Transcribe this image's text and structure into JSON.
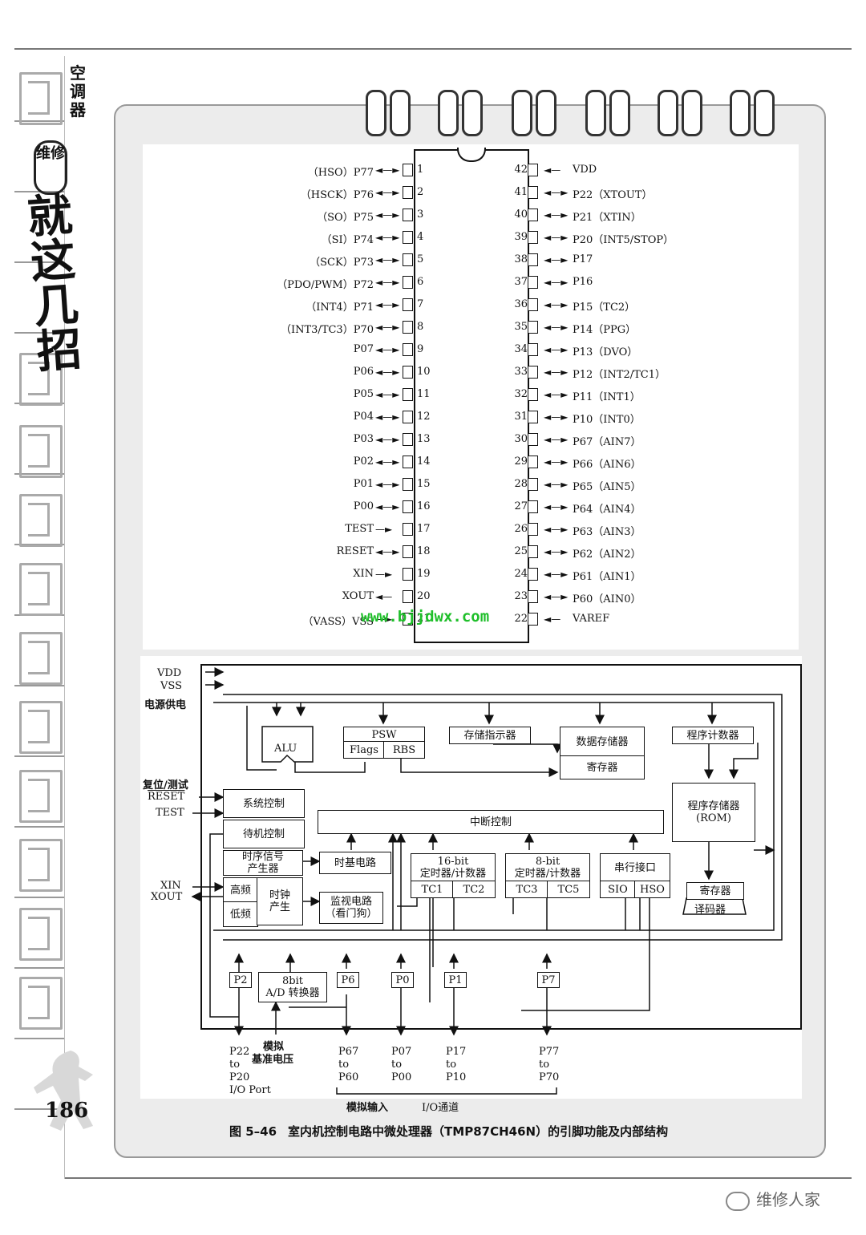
{
  "book": {
    "title": "空调器",
    "badge": "维修",
    "slogan": "就这几招",
    "page_number": "186"
  },
  "watermark": "www.bjjdwx.com",
  "caption": {
    "figure_no": "图 5–46",
    "text": "室内机控制电路中微处理器（TMP87CH46N）的引脚功能及内部结构"
  },
  "brand": "维修人家",
  "pins_left": [
    {
      "num": "1",
      "label": "（HSO）P77",
      "dir": "bi"
    },
    {
      "num": "2",
      "label": "（HSCK）P76",
      "dir": "bi"
    },
    {
      "num": "3",
      "label": "（SO）P75",
      "dir": "bi"
    },
    {
      "num": "4",
      "label": "（SI）P74",
      "dir": "bi"
    },
    {
      "num": "5",
      "label": "（SCK）P73",
      "dir": "bi"
    },
    {
      "num": "6",
      "label": "（PDO/PWM）P72",
      "dir": "bi"
    },
    {
      "num": "7",
      "label": "（INT4）P71",
      "dir": "bi"
    },
    {
      "num": "8",
      "label": "（INT3/TC3）P70",
      "dir": "bi"
    },
    {
      "num": "9",
      "label": "P07",
      "dir": "bi"
    },
    {
      "num": "10",
      "label": "P06",
      "dir": "bi"
    },
    {
      "num": "11",
      "label": "P05",
      "dir": "bi"
    },
    {
      "num": "12",
      "label": "P04",
      "dir": "bi"
    },
    {
      "num": "13",
      "label": "P03",
      "dir": "bi"
    },
    {
      "num": "14",
      "label": "P02",
      "dir": "bi"
    },
    {
      "num": "15",
      "label": "P01",
      "dir": "bi"
    },
    {
      "num": "16",
      "label": "P00",
      "dir": "bi"
    },
    {
      "num": "17",
      "label": "TEST",
      "dir": "in"
    },
    {
      "num": "18",
      "label": "RESET",
      "dir": "bi"
    },
    {
      "num": "19",
      "label": "XIN",
      "dir": "in"
    },
    {
      "num": "20",
      "label": "XOUT",
      "dir": "out"
    },
    {
      "num": "21",
      "label": "（VASS）VSS",
      "dir": "in"
    }
  ],
  "pins_right": [
    {
      "num": "42",
      "label": "VDD",
      "dir": "in"
    },
    {
      "num": "41",
      "label": "P22（XTOUT）",
      "dir": "bi"
    },
    {
      "num": "40",
      "label": "P21（XTIN）",
      "dir": "bi"
    },
    {
      "num": "39",
      "label": "P20（INT5/STOP）",
      "dir": "bi"
    },
    {
      "num": "38",
      "label": "P17",
      "dir": "bi"
    },
    {
      "num": "37",
      "label": "P16",
      "dir": "bi"
    },
    {
      "num": "36",
      "label": "P15（TC2）",
      "dir": "bi"
    },
    {
      "num": "35",
      "label": "P14（PPG）",
      "dir": "bi"
    },
    {
      "num": "34",
      "label": "P13（DVO）",
      "dir": "bi"
    },
    {
      "num": "33",
      "label": "P12（INT2/TC1）",
      "dir": "bi"
    },
    {
      "num": "32",
      "label": "P11（INT1）",
      "dir": "bi"
    },
    {
      "num": "31",
      "label": "P10（INT0）",
      "dir": "bi"
    },
    {
      "num": "30",
      "label": "P67（AIN7）",
      "dir": "bi"
    },
    {
      "num": "29",
      "label": "P66（AIN6）",
      "dir": "bi"
    },
    {
      "num": "28",
      "label": "P65（AIN5）",
      "dir": "bi"
    },
    {
      "num": "27",
      "label": "P64（AIN4）",
      "dir": "bi"
    },
    {
      "num": "26",
      "label": "P63（AIN3）",
      "dir": "bi"
    },
    {
      "num": "25",
      "label": "P62（AIN2）",
      "dir": "bi"
    },
    {
      "num": "24",
      "label": "P61（AIN1）",
      "dir": "bi"
    },
    {
      "num": "23",
      "label": "P60（AIN0）",
      "dir": "bi"
    },
    {
      "num": "22",
      "label": "VAREF",
      "dir": "in"
    }
  ],
  "block": {
    "vdd": "VDD",
    "vss": "VSS",
    "power": "电源供电",
    "reset_test": "复位/测试",
    "reset": "RESET",
    "test": "TEST",
    "xin": "XIN",
    "xout": "XOUT",
    "alu": "ALU",
    "psw": "PSW",
    "flags": "Flags",
    "rbs": "RBS",
    "mem_pointer": "存储指示器",
    "data_mem": "数据存储器",
    "register": "寄存器",
    "prog_counter": "程序计数器",
    "prog_mem": "程序存储器",
    "rom": "(ROM)",
    "sys_ctrl": "系统控制",
    "standby_ctrl": "待机控制",
    "interrupt_ctrl": "中断控制",
    "timing_gen": "时序信号产生器",
    "time_base": "时基电路",
    "high_freq": "高频",
    "low_freq": "低频",
    "clock_gen": "时钟产生",
    "watchdog": "监视电路",
    "watchdog_sub": "（看门狗）",
    "timer16": "16-bit",
    "timer16_sub": "定时器/计数器",
    "tc1": "TC1",
    "tc2": "TC2",
    "timer8": "8-bit",
    "timer8_sub": "定时器/计数器",
    "tc3": "TC3",
    "tc5": "TC5",
    "serial": "串行接口",
    "sio": "SIO",
    "hso": "HSO",
    "reg2": "寄存器",
    "decoder": "译码器",
    "p2": "P2",
    "adc": "8bit",
    "adc_sub": "A/D 转换器",
    "p6": "P6",
    "p0": "P0",
    "p1": "P1",
    "p7": "P7",
    "ref_label1": "模拟",
    "ref_label2": "基准电压",
    "out_p2_1": "P22",
    "out_p2_2": "to",
    "out_p2_3": "P20",
    "out_p2_4": "I/O Port",
    "out_p6_1": "P67",
    "out_p6_2": "to",
    "out_p6_3": "P60",
    "out_p0_1": "P07",
    "out_p0_2": "to",
    "out_p0_3": "P00",
    "out_p1_1": "P17",
    "out_p1_2": "to",
    "out_p1_3": "P10",
    "out_p7_1": "P77",
    "out_p7_2": "to",
    "out_p7_3": "P70",
    "analog_in": "模拟输入",
    "io_channel": "I/O通道"
  }
}
